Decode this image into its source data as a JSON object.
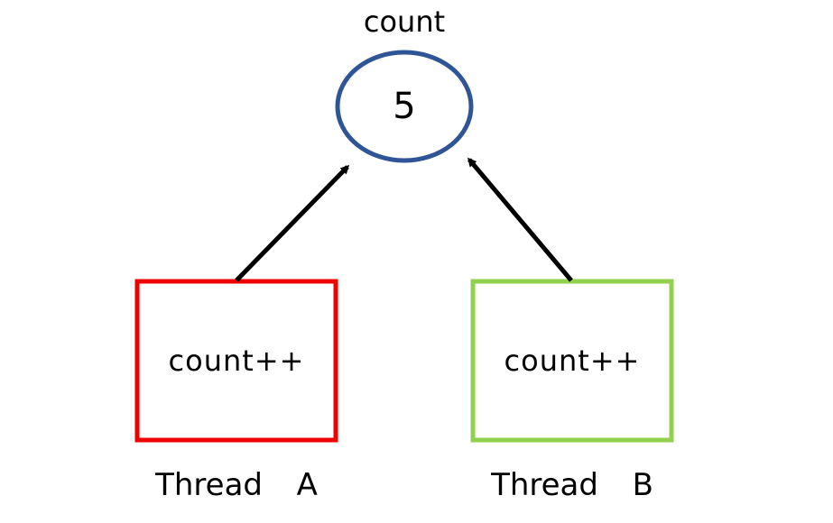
{
  "variable": {
    "label": "count",
    "value": "5"
  },
  "threads": [
    {
      "name": "Thread  A",
      "operation": "count++",
      "color": "#ee0000"
    },
    {
      "name": "Thread  B",
      "operation": "count++",
      "color": "#92d050"
    }
  ],
  "colors": {
    "ellipse_stroke": "#2f5597",
    "arrow": "#000000"
  }
}
